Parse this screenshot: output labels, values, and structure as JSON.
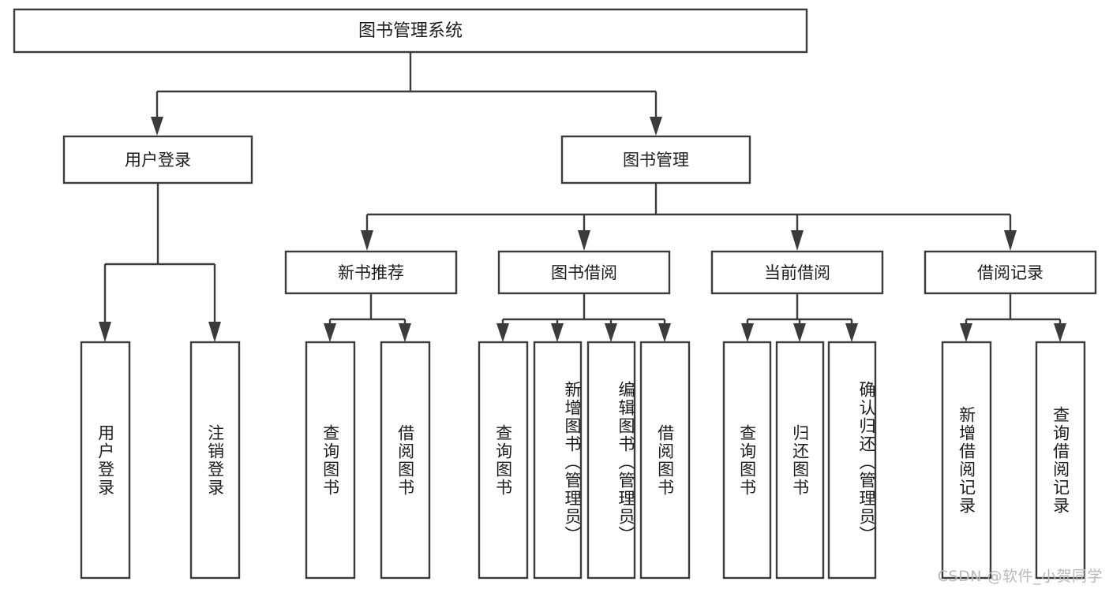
{
  "diagram": {
    "type": "tree-hierarchy",
    "title": "图书管理系统",
    "orientation": "top-down",
    "root": {
      "id": "root",
      "label": "图书管理系统",
      "text_direction": "horizontal"
    },
    "level2": [
      {
        "id": "user-login",
        "label": "用户登录",
        "text_direction": "horizontal"
      },
      {
        "id": "book-manage",
        "label": "图书管理",
        "text_direction": "horizontal"
      }
    ],
    "level3": [
      {
        "id": "new-book-recommend",
        "label": "新书推荐",
        "parent": "book-manage",
        "text_direction": "horizontal"
      },
      {
        "id": "book-borrow",
        "label": "图书借阅",
        "parent": "book-manage",
        "text_direction": "horizontal"
      },
      {
        "id": "current-borrow",
        "label": "当前借阅",
        "parent": "book-manage",
        "text_direction": "horizontal"
      },
      {
        "id": "borrow-record",
        "label": "借阅记录",
        "parent": "book-manage",
        "text_direction": "horizontal"
      }
    ],
    "leaves": [
      {
        "id": "leaf-user-login",
        "label": "用户登录",
        "parent": "user-login",
        "text_direction": "vertical"
      },
      {
        "id": "leaf-user-logout",
        "label": "注销登录",
        "parent": "user-login",
        "text_direction": "vertical"
      },
      {
        "id": "leaf-query-book-1",
        "label": "查询图书",
        "parent": "new-book-recommend",
        "text_direction": "vertical"
      },
      {
        "id": "leaf-borrow-book-1",
        "label": "借阅图书",
        "parent": "new-book-recommend",
        "text_direction": "vertical"
      },
      {
        "id": "leaf-query-book-2",
        "label": "查询图书",
        "parent": "book-borrow",
        "text_direction": "vertical"
      },
      {
        "id": "leaf-add-book",
        "label": "新增图书（管理员）",
        "parent": "book-borrow",
        "text_direction": "vertical"
      },
      {
        "id": "leaf-edit-book",
        "label": "编辑图书（管理员）",
        "parent": "book-borrow",
        "text_direction": "vertical"
      },
      {
        "id": "leaf-borrow-book-2",
        "label": "借阅图书",
        "parent": "book-borrow",
        "text_direction": "vertical"
      },
      {
        "id": "leaf-query-book-3",
        "label": "查询图书",
        "parent": "current-borrow",
        "text_direction": "vertical"
      },
      {
        "id": "leaf-return-book",
        "label": "归还图书",
        "parent": "current-borrow",
        "text_direction": "vertical"
      },
      {
        "id": "leaf-confirm-return",
        "label": "确认归还（管理员）",
        "parent": "current-borrow",
        "text_direction": "vertical"
      },
      {
        "id": "leaf-add-record",
        "label": "新增借阅记录",
        "parent": "borrow-record",
        "text_direction": "vertical"
      },
      {
        "id": "leaf-query-record",
        "label": "查询借阅记录",
        "parent": "borrow-record",
        "text_direction": "vertical"
      }
    ],
    "colors": {
      "box_stroke": "#3b3b3b",
      "box_fill": "#ffffff",
      "text": "#1c1c1c",
      "connector": "#3b3b3b",
      "watermark": "#b9b9b9",
      "background": "#ffffff"
    }
  },
  "watermark": {
    "text": "CSDN @软件_小贺同学"
  }
}
